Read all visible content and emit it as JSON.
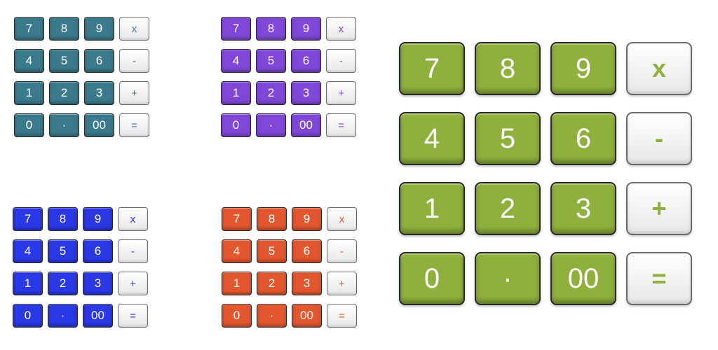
{
  "keys": [
    "7",
    "8",
    "9",
    "x",
    "4",
    "5",
    "6",
    "-",
    "1",
    "2",
    "3",
    "+",
    "0",
    "·",
    "00",
    "="
  ],
  "key_types": [
    "digit",
    "digit",
    "digit",
    "op",
    "digit",
    "digit",
    "digit",
    "op",
    "digit",
    "digit",
    "digit",
    "op",
    "digit",
    "digit",
    "digit",
    "op"
  ],
  "key_names": [
    "7",
    "8",
    "9",
    "multiply",
    "4",
    "5",
    "6",
    "subtract",
    "1",
    "2",
    "3",
    "add",
    "0",
    "decimal-point",
    "double-zero",
    "equals"
  ],
  "themes": [
    {
      "name": "teal",
      "accent": "#3b7a8c"
    },
    {
      "name": "purple",
      "accent": "#8048d8"
    },
    {
      "name": "blue",
      "accent": "#2a38e6"
    },
    {
      "name": "orange",
      "accent": "#e3572f"
    },
    {
      "name": "green",
      "accent": "#8fb03c"
    }
  ]
}
